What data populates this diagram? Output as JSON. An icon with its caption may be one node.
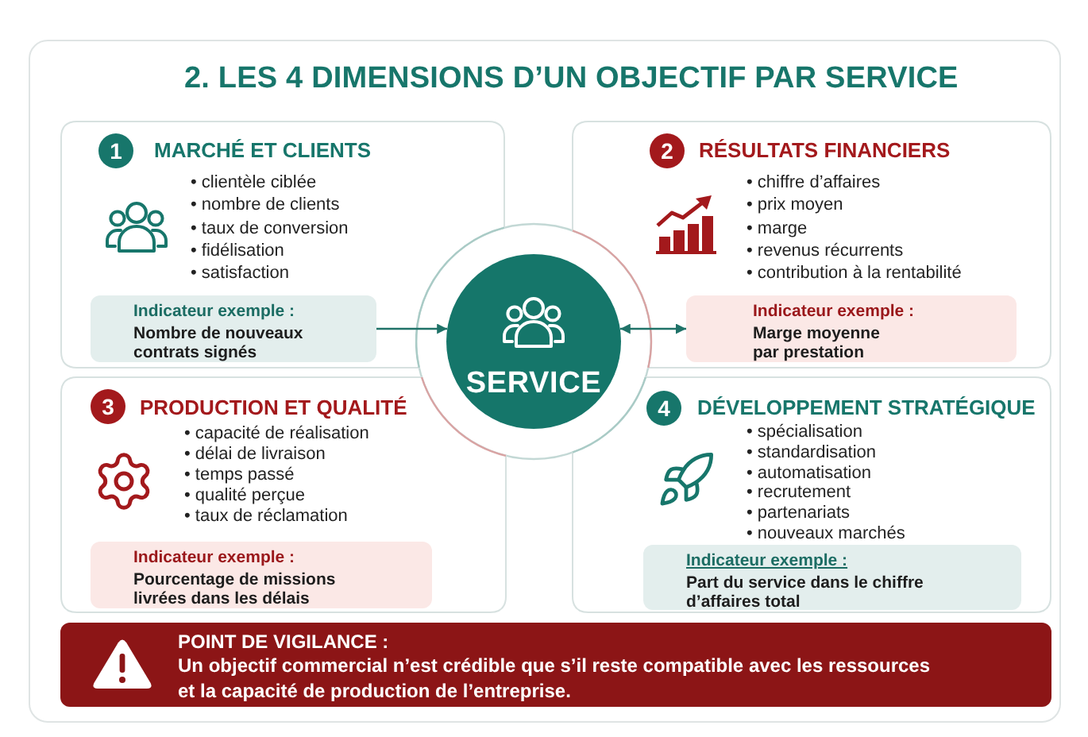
{
  "diagram": {
    "title": "2. LES 4 DIMENSIONS D’UN OBJECTIF PAR SERVICE",
    "nodes": [
      {
        "text": [
          "MARCHÉ ET CLIENTS",
          "• clientèle ciblée",
          "• nombre de clients",
          "• taux de conversion",
          "• fidélisation",
          "• satisfaction"
        ]
      },
      {
        "text": [
          "1"
        ],
        "in": 0
      },
      {
        "text": [
          "Indicateur exemple :",
          "Nombre de nouveaux contrats signés"
        ],
        "in": 0
      },
      {
        "text": [
          "RÉSULTATS FINANCIERS",
          "• chiffre d’affaires",
          "• prix moyen",
          "• marge",
          "• revenus récurrents",
          "• contribution à la rentabilité"
        ]
      },
      {
        "text": [
          "2"
        ],
        "in": 3
      },
      {
        "text": [
          "Indicateur exemple :",
          "Marge moyenne par prestation"
        ],
        "in": 3
      },
      {
        "text": [
          "SERVICE"
        ]
      },
      {
        "text": [
          "PRODUCTION ET QUALITÉ",
          "• capacité de réalisation",
          "• délai de livraison",
          "• temps passé",
          "• qualité perçue",
          "• taux de réclamation"
        ]
      },
      {
        "text": [
          "3"
        ],
        "in": 7
      },
      {
        "text": [
          "Indicateur exemple :",
          "Pourcentage de missions livrées dans les délais"
        ],
        "in": 7
      },
      {
        "text": [
          "DÉVELOPPEMENT STRATÉGIQUE",
          "• spécialisation",
          "• standardisation",
          "• automatisation",
          "• recrutement",
          "• partenariats",
          "• nouveaux marchés"
        ]
      },
      {
        "text": [
          "4"
        ],
        "in": 10
      },
      {
        "text": [
          "Indicateur exemple :",
          "Part du service dans le chiffre d’affaires total"
        ],
        "in": 10
      },
      {
        "text": [
          "POINT DE VIGILANCE :",
          "Un objectif commercial n’est crédible que s’il reste compatible avec les ressources et la capacité de production de l’entreprise."
        ]
      }
    ],
    "edges": [
      {
        "from": 2,
        "to": 6,
        "arrow": "to"
      },
      {
        "from": 5,
        "to": 6,
        "arrow": "both"
      }
    ]
  }
}
